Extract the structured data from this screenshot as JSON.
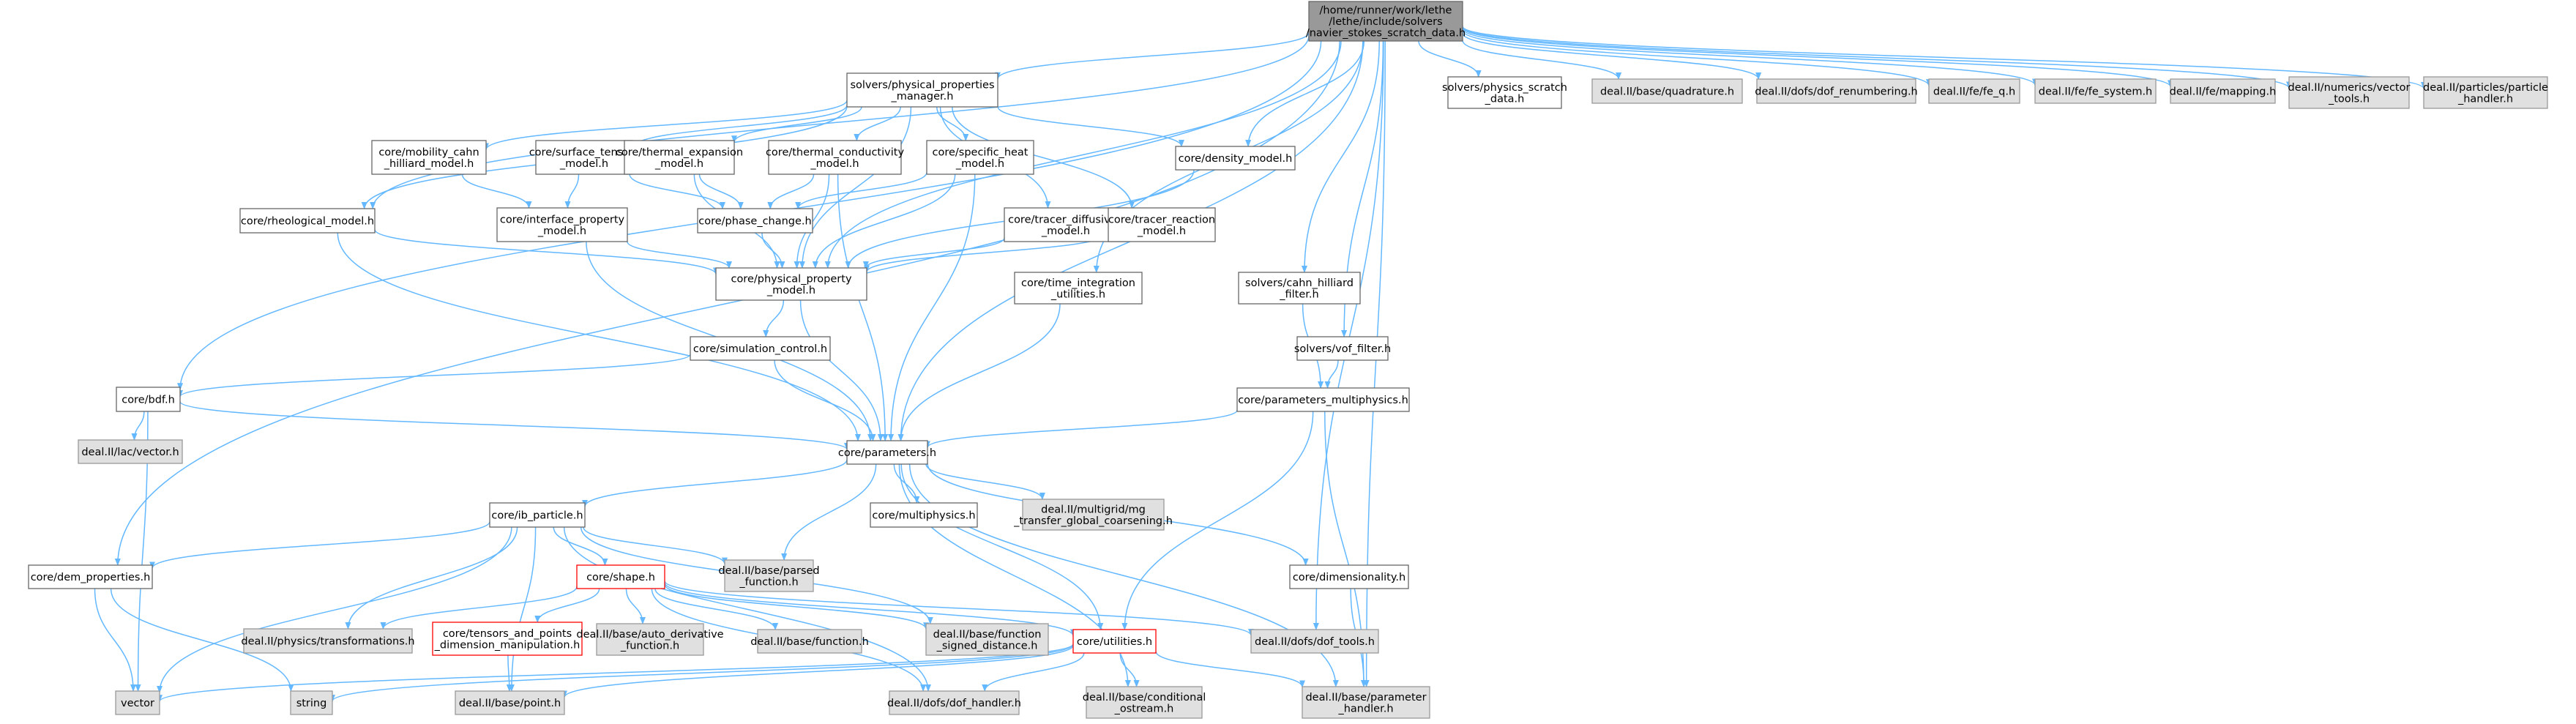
{
  "graph": {
    "root": "/home/runner/work/lethe/lethe/include/solvers/navier_stokes_scratch_data.h",
    "nodes": {
      "root": {
        "lines": [
          "/home/runner/work/lethe",
          "/lethe/include/solvers",
          "/navier_stokes_scratch_data.h"
        ],
        "style": "root"
      },
      "ppm": {
        "lines": [
          "solvers/physical_properties",
          "_manager.h"
        ],
        "style": "normal"
      },
      "nssd": {
        "lines": [
          "solvers/physics_scratch",
          "_data.h"
        ],
        "style": "normal"
      },
      "quad": {
        "lines": [
          "deal.II/base/quadrature.h"
        ],
        "style": "sys"
      },
      "dofren": {
        "lines": [
          "deal.II/dofs/dof_renumbering.h"
        ],
        "style": "sys"
      },
      "feq": {
        "lines": [
          "deal.II/fe/fe_q.h"
        ],
        "style": "sys"
      },
      "fesys": {
        "lines": [
          "deal.II/fe/fe_system.h"
        ],
        "style": "sys"
      },
      "map": {
        "lines": [
          "deal.II/fe/mapping.h"
        ],
        "style": "sys"
      },
      "vtools": {
        "lines": [
          "deal.II/numerics/vector",
          "_tools.h"
        ],
        "style": "sys"
      },
      "phand": {
        "lines": [
          "deal.II/particles/particle",
          "_handler.h"
        ],
        "style": "sys"
      },
      "mob": {
        "lines": [
          "core/mobility_cahn",
          "_hilliard_model.h"
        ],
        "style": "normal"
      },
      "surf": {
        "lines": [
          "core/surface_tension",
          "_model.h"
        ],
        "style": "normal"
      },
      "texp": {
        "lines": [
          "core/thermal_expansion",
          "_model.h"
        ],
        "style": "normal"
      },
      "tcond": {
        "lines": [
          "core/thermal_conductivity",
          "_model.h"
        ],
        "style": "normal"
      },
      "sheat": {
        "lines": [
          "core/specific_heat",
          "_model.h"
        ],
        "style": "normal"
      },
      "dens": {
        "lines": [
          "core/density_model.h"
        ],
        "style": "normal"
      },
      "rheo": {
        "lines": [
          "core/rheological_model.h"
        ],
        "style": "normal"
      },
      "iprop": {
        "lines": [
          "core/interface_property",
          "_model.h"
        ],
        "style": "normal"
      },
      "phase": {
        "lines": [
          "core/phase_change.h"
        ],
        "style": "normal"
      },
      "tdiff": {
        "lines": [
          "core/tracer_diffusivity",
          "_model.h"
        ],
        "style": "normal"
      },
      "treac": {
        "lines": [
          "core/tracer_reaction",
          "_model.h"
        ],
        "style": "normal"
      },
      "pprop": {
        "lines": [
          "core/physical_property",
          "_model.h"
        ],
        "style": "normal"
      },
      "tint": {
        "lines": [
          "core/time_integration",
          "_utilities.h"
        ],
        "style": "normal"
      },
      "chf": {
        "lines": [
          "solvers/cahn_hilliard",
          "_filter.h"
        ],
        "style": "normal"
      },
      "simc": {
        "lines": [
          "core/simulation_control.h"
        ],
        "style": "normal"
      },
      "vof": {
        "lines": [
          "solvers/vof_filter.h"
        ],
        "style": "normal"
      },
      "bdf": {
        "lines": [
          "core/bdf.h"
        ],
        "style": "normal"
      },
      "pmulti": {
        "lines": [
          "core/parameters_multiphysics.h"
        ],
        "style": "normal"
      },
      "lacv": {
        "lines": [
          "deal.II/lac/vector.h"
        ],
        "style": "sys"
      },
      "params": {
        "lines": [
          "core/parameters.h"
        ],
        "style": "normal"
      },
      "multi": {
        "lines": [
          "core/multiphysics.h"
        ],
        "style": "normal"
      },
      "mg": {
        "lines": [
          "deal.II/multigrid/mg",
          "_transfer_global_coarsening.h"
        ],
        "style": "sys"
      },
      "ibp": {
        "lines": [
          "core/ib_particle.h"
        ],
        "style": "normal"
      },
      "pfunc": {
        "lines": [
          "deal.II/base/parsed",
          "_function.h"
        ],
        "style": "sys"
      },
      "dem": {
        "lines": [
          "core/dem_properties.h"
        ],
        "style": "normal"
      },
      "shape": {
        "lines": [
          "core/shape.h"
        ],
        "style": "warn"
      },
      "dim": {
        "lines": [
          "core/dimensionality.h"
        ],
        "style": "normal"
      },
      "ptrans": {
        "lines": [
          "deal.II/physics/transformations.h"
        ],
        "style": "sys"
      },
      "tpd": {
        "lines": [
          "core/tensors_and_points",
          "_dimension_manipulation.h"
        ],
        "style": "warn"
      },
      "autod": {
        "lines": [
          "deal.II/base/auto_derivative",
          "_function.h"
        ],
        "style": "sys"
      },
      "func": {
        "lines": [
          "deal.II/base/function.h"
        ],
        "style": "sys"
      },
      "fsd": {
        "lines": [
          "deal.II/base/function",
          "_signed_distance.h"
        ],
        "style": "sys"
      },
      "util": {
        "lines": [
          "core/utilities.h"
        ],
        "style": "warn"
      },
      "doft": {
        "lines": [
          "deal.II/dofs/dof_tools.h"
        ],
        "style": "sys"
      },
      "vector": {
        "lines": [
          "vector"
        ],
        "style": "sys"
      },
      "string": {
        "lines": [
          "string"
        ],
        "style": "sys"
      },
      "point": {
        "lines": [
          "deal.II/base/point.h"
        ],
        "style": "sys"
      },
      "dofh": {
        "lines": [
          "deal.II/dofs/dof_handler.h"
        ],
        "style": "sys"
      },
      "cos": {
        "lines": [
          "deal.II/base/conditional",
          "_ostream.h"
        ],
        "style": "sys"
      },
      "bph": {
        "lines": [
          "deal.II/base/parameter",
          "_handler.h"
        ],
        "style": "sys"
      }
    },
    "edges": [
      [
        "root",
        "ppm"
      ],
      [
        "root",
        "nssd"
      ],
      [
        "root",
        "quad"
      ],
      [
        "root",
        "dofren"
      ],
      [
        "root",
        "feq"
      ],
      [
        "root",
        "fesys"
      ],
      [
        "root",
        "map"
      ],
      [
        "root",
        "vtools"
      ],
      [
        "root",
        "phand"
      ],
      [
        "root",
        "dens"
      ],
      [
        "root",
        "rheo"
      ],
      [
        "root",
        "pprop"
      ],
      [
        "root",
        "tint"
      ],
      [
        "root",
        "chf"
      ],
      [
        "root",
        "vof"
      ],
      [
        "root",
        "bdf"
      ],
      [
        "root",
        "params"
      ],
      [
        "root",
        "dem"
      ],
      [
        "root",
        "doft"
      ],
      [
        "root",
        "bph"
      ],
      [
        "ppm",
        "mob"
      ],
      [
        "ppm",
        "surf"
      ],
      [
        "ppm",
        "texp"
      ],
      [
        "ppm",
        "tcond"
      ],
      [
        "ppm",
        "sheat"
      ],
      [
        "ppm",
        "dens"
      ],
      [
        "ppm",
        "rheo"
      ],
      [
        "ppm",
        "tdiff"
      ],
      [
        "ppm",
        "treac"
      ],
      [
        "ppm",
        "pprop"
      ],
      [
        "mob",
        "iprop"
      ],
      [
        "surf",
        "iprop"
      ],
      [
        "surf",
        "phase"
      ],
      [
        "texp",
        "phase"
      ],
      [
        "texp",
        "pprop"
      ],
      [
        "tcond",
        "phase"
      ],
      [
        "tcond",
        "pprop"
      ],
      [
        "tcond",
        "params"
      ],
      [
        "sheat",
        "phase"
      ],
      [
        "sheat",
        "pprop"
      ],
      [
        "sheat",
        "params"
      ],
      [
        "dens",
        "pprop"
      ],
      [
        "rheo",
        "pprop"
      ],
      [
        "rheo",
        "params"
      ],
      [
        "iprop",
        "pprop"
      ],
      [
        "iprop",
        "params"
      ],
      [
        "phase",
        "pprop"
      ],
      [
        "tdiff",
        "pprop"
      ],
      [
        "treac",
        "pprop"
      ],
      [
        "pprop",
        "simc"
      ],
      [
        "pprop",
        "params"
      ],
      [
        "tint",
        "params"
      ],
      [
        "chf",
        "pmulti"
      ],
      [
        "vof",
        "pmulti"
      ],
      [
        "simc",
        "bdf"
      ],
      [
        "simc",
        "params"
      ],
      [
        "bdf",
        "lacv"
      ],
      [
        "bdf",
        "params"
      ],
      [
        "bdf",
        "vector"
      ],
      [
        "pmulti",
        "params"
      ],
      [
        "pmulti",
        "util"
      ],
      [
        "pmulti",
        "bph"
      ],
      [
        "params",
        "ibp"
      ],
      [
        "params",
        "multi"
      ],
      [
        "params",
        "mg"
      ],
      [
        "params",
        "pfunc"
      ],
      [
        "params",
        "dim"
      ],
      [
        "params",
        "util"
      ],
      [
        "params",
        "bph"
      ],
      [
        "params",
        "cos"
      ],
      [
        "ibp",
        "dem"
      ],
      [
        "ibp",
        "shape"
      ],
      [
        "ibp",
        "pfunc"
      ],
      [
        "ibp",
        "ptrans"
      ],
      [
        "ibp",
        "vector"
      ],
      [
        "ibp",
        "point"
      ],
      [
        "ibp",
        "fsd"
      ],
      [
        "ibp",
        "dofh"
      ],
      [
        "dem",
        "vector"
      ],
      [
        "dem",
        "string"
      ],
      [
        "shape",
        "ptrans"
      ],
      [
        "shape",
        "tpd"
      ],
      [
        "shape",
        "autod"
      ],
      [
        "shape",
        "func"
      ],
      [
        "shape",
        "fsd"
      ],
      [
        "shape",
        "util"
      ],
      [
        "shape",
        "doft"
      ],
      [
        "shape",
        "dofh"
      ],
      [
        "dim",
        "bph"
      ],
      [
        "tpd",
        "point"
      ],
      [
        "util",
        "vector"
      ],
      [
        "util",
        "string"
      ],
      [
        "util",
        "point"
      ],
      [
        "util",
        "dofh"
      ],
      [
        "util",
        "cos"
      ],
      [
        "util",
        "bph"
      ]
    ]
  }
}
